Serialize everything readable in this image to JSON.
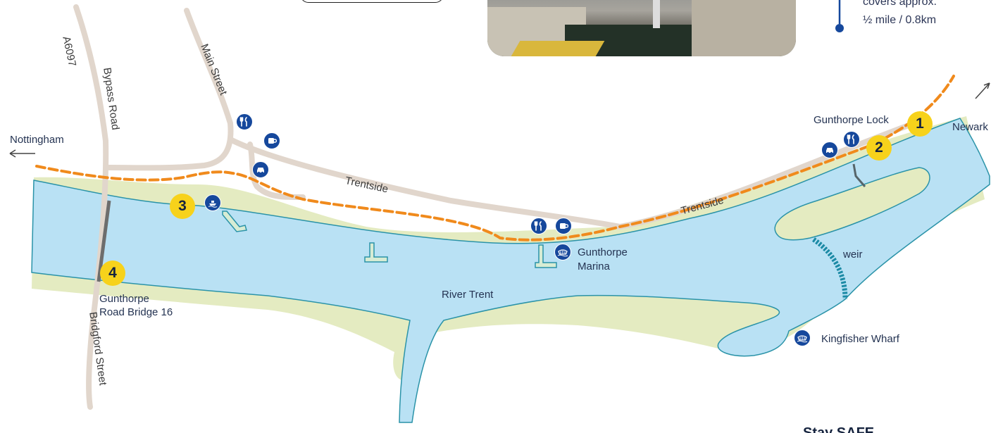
{
  "labels": {
    "road_a6097": "A6097",
    "road_bypass": "Bypass Road",
    "road_main_street": "Main Street",
    "road_bridgford_street": "Bridgford Street",
    "trentside_1": "Trentside",
    "trentside_2": "Trentside",
    "nottingham": "Nottingham",
    "newark": "Newark",
    "gunthorpe_lock": "Gunthorpe Lock",
    "river_trent": "River Trent",
    "weir": "weir",
    "kingfisher_wharf": "Kingfisher Wharf",
    "gunthorpe_marina_line1": "Gunthorpe",
    "gunthorpe_marina_line2": "Marina",
    "bridge_line1": "Gunthorpe",
    "bridge_line2": "Road Bridge 16"
  },
  "legend": {
    "line1": "covers approx.",
    "line2": "½ mile / 0.8km"
  },
  "footer": {
    "safe_text": "Stay SAFE"
  },
  "waypoints": [
    "1",
    "2",
    "3",
    "4"
  ],
  "pois": [
    {
      "icon": "restaurant-icon"
    },
    {
      "icon": "cafe-icon"
    },
    {
      "icon": "car-park-icon"
    },
    {
      "icon": "boat-trip-icon"
    },
    {
      "icon": "restaurant-icon"
    },
    {
      "icon": "cafe-icon"
    },
    {
      "icon": "marina-icon"
    },
    {
      "icon": "car-park-icon"
    },
    {
      "icon": "restaurant-icon"
    },
    {
      "icon": "marina-icon"
    }
  ],
  "colors": {
    "water": "#b9e1f4",
    "water_edge": "#2a93a8",
    "bank": "#e4ebc1",
    "road": "#e1d6cc",
    "route": "#f08a1c",
    "badge": "#f7d21b",
    "poi": "#16489c"
  }
}
